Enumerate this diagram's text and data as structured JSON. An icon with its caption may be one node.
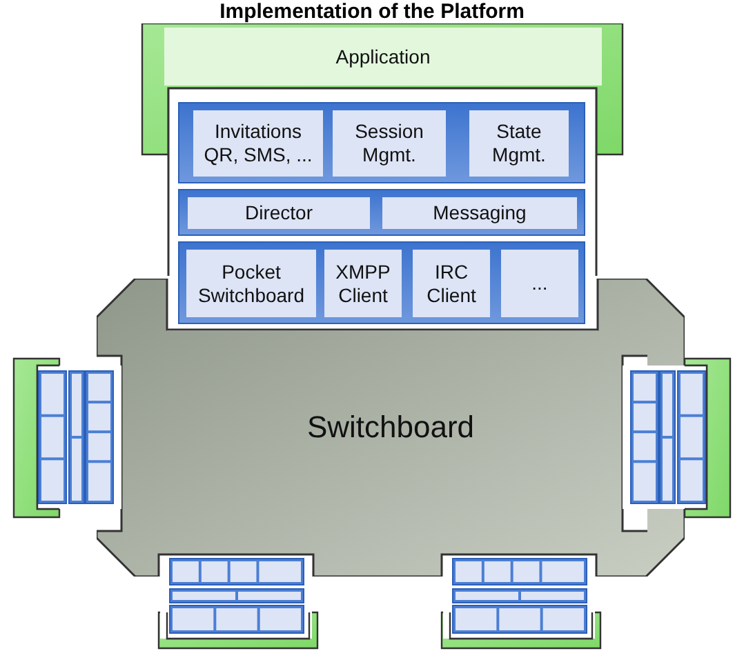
{
  "diagram": {
    "title": "Implementation of the Platform",
    "nodes": [
      {
        "text": [
          "Application"
        ]
      },
      {
        "text": [],
        "shape": "box"
      },
      {
        "text": [
          "Invitations QR, SMS, ..."
        ],
        "in": 1
      },
      {
        "text": [
          "Session Mgmt."
        ],
        "in": 1
      },
      {
        "text": [
          "State Mgmt."
        ],
        "in": 1
      },
      {
        "text": [],
        "shape": "box"
      },
      {
        "text": [
          "Director"
        ],
        "in": 5
      },
      {
        "text": [
          "Messaging"
        ],
        "in": 5
      },
      {
        "text": [],
        "shape": "box"
      },
      {
        "text": [
          "Pocket Switchboard"
        ],
        "in": 8
      },
      {
        "text": [
          "XMPP Client"
        ],
        "in": 8
      },
      {
        "text": [
          "IRC Client"
        ],
        "in": 8
      },
      {
        "text": [
          "..."
        ],
        "in": 8
      },
      {
        "text": [
          "Switchboard"
        ]
      }
    ],
    "edges": []
  }
}
